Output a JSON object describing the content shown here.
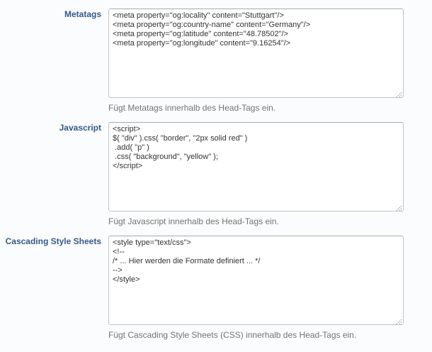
{
  "form": {
    "fields": [
      {
        "label": "Metatags",
        "value": "<meta property=\"og:locality\" content=\"Stuttgart\"/>\n<meta property=\"og:country-name\" content=\"Germany\"/>\n<meta property=\"og:latitude\" content=\"48.78502\"/>\n<meta property=\"og:longitude\" content=\"9.16254\"/>",
        "help": "Fügt Metatags innerhalb des Head-Tags ein."
      },
      {
        "label": "Javascript",
        "value": "<script>\n$( \"div\" ).css( \"border\", \"2px solid red\" )\n .add( \"p\" )\n .css( \"background\", \"yellow\" );\n</script>",
        "help": "Fügt Javascript innerhalb des Head-Tags ein."
      },
      {
        "label": "Cascading Style Sheets",
        "value": "<style type=\"text/css\">\n<!--\n/* ... Hier werden die Formate definiert ... */\n-->\n</style>",
        "help": "Fügt Cascading Style Sheets (CSS) innerhalb des Head-Tags ein."
      }
    ],
    "colors": {
      "label_text": "#335a87",
      "help_text": "#747474",
      "textarea_border": "#c2c2c2",
      "textarea_text": "#333333",
      "page_background": "#fbfcfd"
    }
  }
}
